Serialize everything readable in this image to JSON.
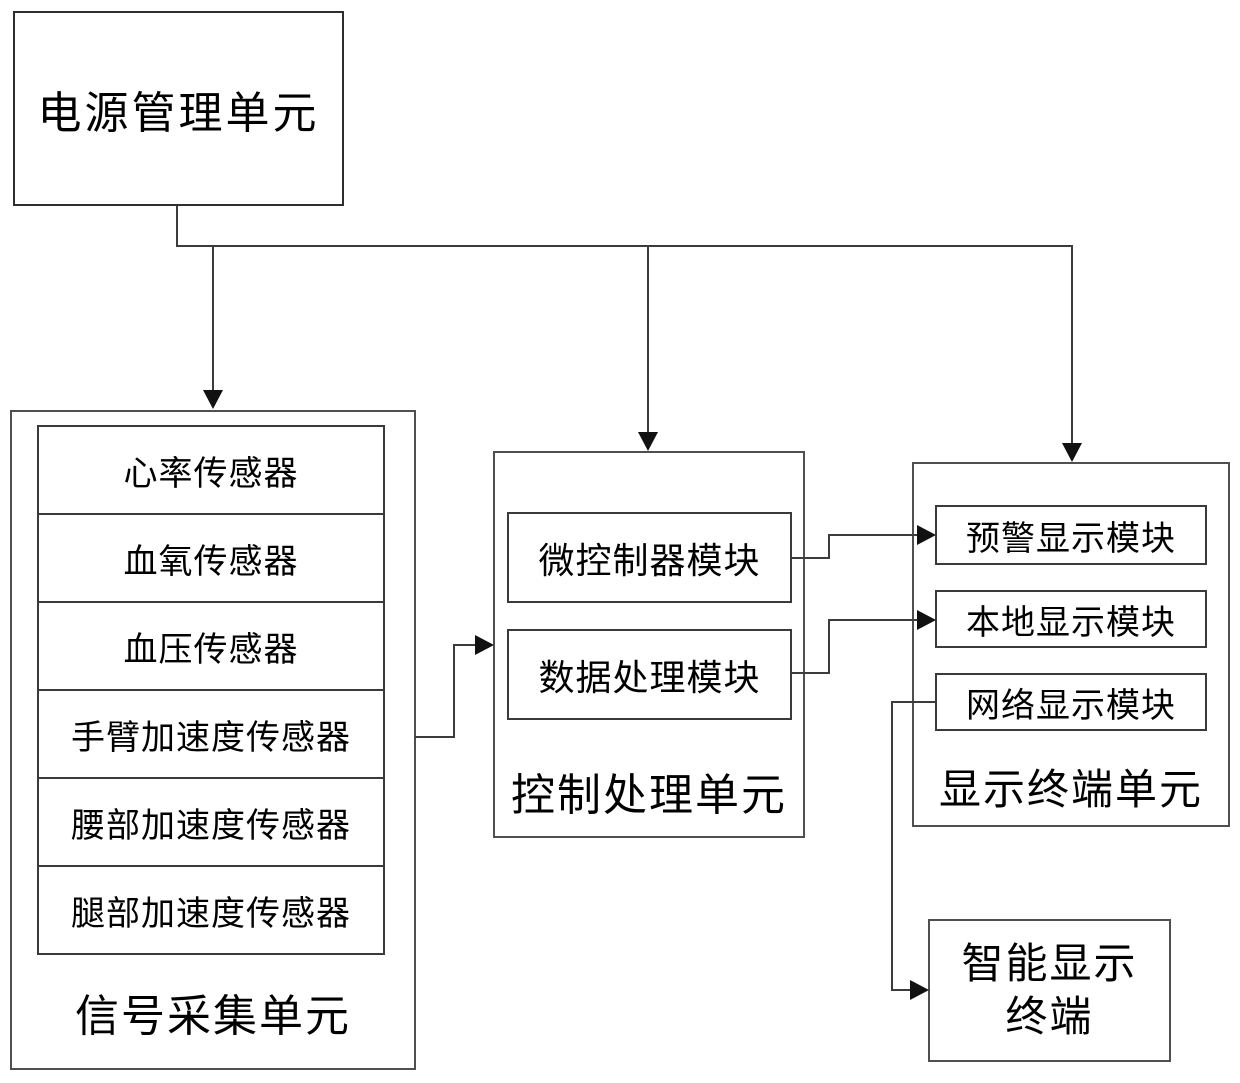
{
  "diagram": {
    "power_unit": {
      "label": "电源管理单元"
    },
    "signal_unit": {
      "label": "信号采集单元",
      "sensors": [
        {
          "label": "心率传感器"
        },
        {
          "label": "血氧传感器"
        },
        {
          "label": "血压传感器"
        },
        {
          "label": "手臂加速度传感器"
        },
        {
          "label": "腰部加速度传感器"
        },
        {
          "label": "腿部加速度传感器"
        }
      ]
    },
    "control_unit": {
      "label": "控制处理单元",
      "modules": [
        {
          "label": "微控制器模块"
        },
        {
          "label": "数据处理模块"
        }
      ]
    },
    "display_unit": {
      "label": "显示终端单元",
      "modules": [
        {
          "label": "预警显示模块"
        },
        {
          "label": "本地显示模块"
        },
        {
          "label": "网络显示模块"
        }
      ]
    },
    "smart_terminal": {
      "lines": [
        "智能显示",
        "终端"
      ]
    },
    "colors": {
      "line": "#3c3c3c",
      "arrow": "#111111",
      "background": "#ffffff",
      "text": "#000000"
    }
  }
}
